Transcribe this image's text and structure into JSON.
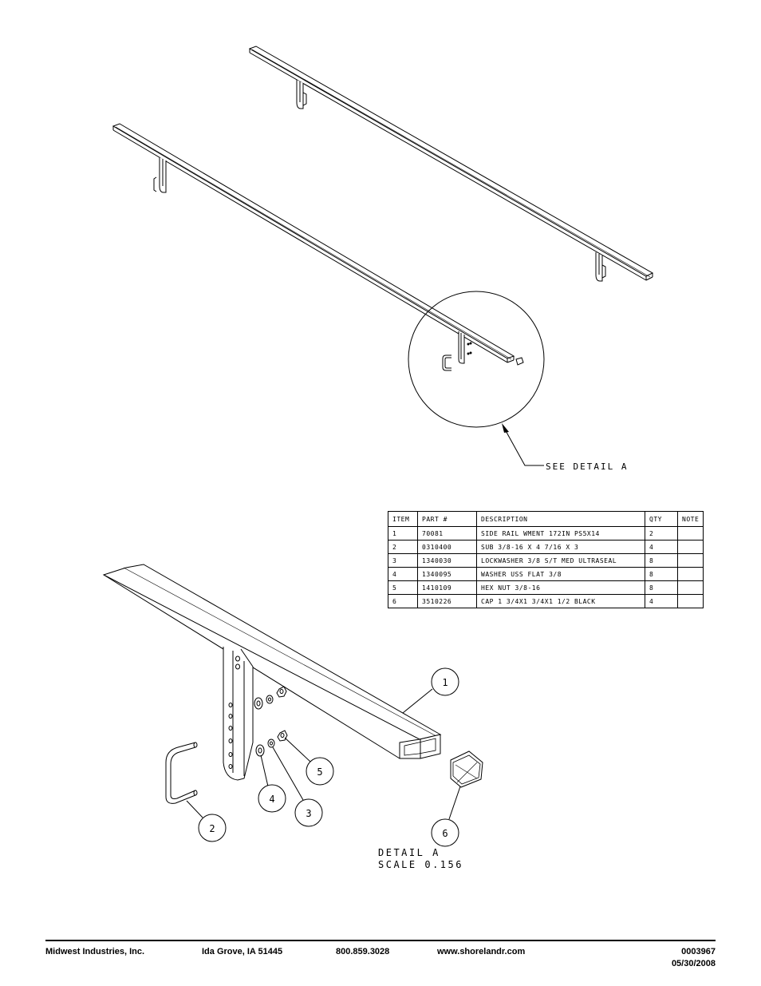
{
  "detail_callout": "SEE DETAIL  A",
  "detail_title": "DETAIL  A",
  "detail_scale": "SCALE  0.156",
  "balloons": [
    "1",
    "2",
    "3",
    "4",
    "5",
    "6"
  ],
  "bom": {
    "headers": {
      "item": "ITEM",
      "part": "PART #",
      "description": "DESCRIPTION",
      "qty": "QTY",
      "note": "NOTE"
    },
    "rows": [
      {
        "item": "1",
        "part": "70081",
        "description": "SIDE RAIL WMENT 172IN PS5X14",
        "qty": "2",
        "note": ""
      },
      {
        "item": "2",
        "part": "0310400",
        "description": "SUB 3/8-16 X 4 7/16 X 3",
        "qty": "4",
        "note": ""
      },
      {
        "item": "3",
        "part": "1340030",
        "description": "LOCKWASHER 3/8 S/T MED ULTRASEAL",
        "qty": "8",
        "note": ""
      },
      {
        "item": "4",
        "part": "1340095",
        "description": "WASHER USS FLAT 3/8",
        "qty": "8",
        "note": ""
      },
      {
        "item": "5",
        "part": "1410109",
        "description": "HEX NUT 3/8-16",
        "qty": "8",
        "note": ""
      },
      {
        "item": "6",
        "part": "3510226",
        "description": "CAP 1 3/4X1 3/4X1 1/2 BLACK",
        "qty": "4",
        "note": ""
      }
    ]
  },
  "footer": {
    "company": "Midwest Industries, Inc.",
    "location": "Ida Grove, IA  51445",
    "phone": "800.859.3028",
    "website": "www.shorelandr.com",
    "doc_number": "0003967",
    "date": "05/30/2008"
  }
}
